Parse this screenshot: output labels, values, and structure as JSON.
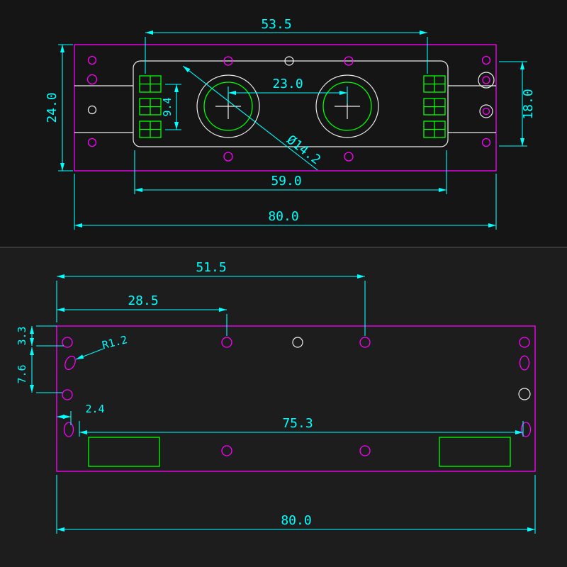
{
  "drawing_colors": {
    "dimension_cyan": "#00ffff",
    "outline_magenta": "#ff00ff",
    "detail_white": "#eeeeee",
    "component_green": "#00ff00",
    "background_top": "#151515",
    "background_bottom": "#1d1d1d"
  },
  "top_view": {
    "dim_53_5": "53.5",
    "dim_24_0": "24.0",
    "dim_23_0": "23.0",
    "dim_9_4": "9.4",
    "dim_18_0": "18.0",
    "dim_dia_14_2": "Ø14.2",
    "dim_59_0": "59.0",
    "dim_80_0": "80.0"
  },
  "bottom_view": {
    "dim_51_5": "51.5",
    "dim_28_5": "28.5",
    "dim_3_3": "3.3",
    "dim_7_6": "7.6",
    "dim_2_4": "2.4",
    "dim_r1_2": "R1.2",
    "dim_75_3": "75.3",
    "dim_80_0": "80.0"
  }
}
